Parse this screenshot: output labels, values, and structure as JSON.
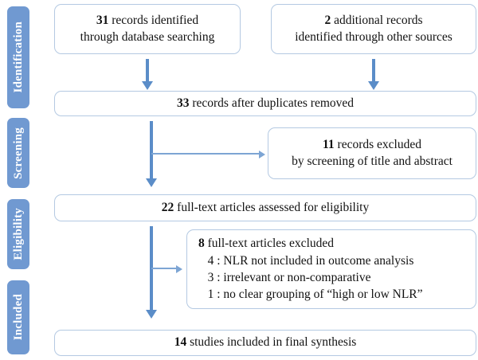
{
  "diagram": {
    "title": "PRISMA study selection flow diagram",
    "colors": {
      "stage_tab": "#7099D1",
      "stage_tab_text": "#FFFFFF",
      "box_border": "#B4C9E2",
      "box_fill": "#FFFFFF",
      "arrow_main": "#5B8DC8",
      "arrow_branch": "#7DA5D4",
      "text": "#111111"
    }
  },
  "stages": [
    {
      "id": "identification",
      "label": "Identification"
    },
    {
      "id": "screening",
      "label": "Screening"
    },
    {
      "id": "eligibility",
      "label": "Eligibility"
    },
    {
      "id": "included",
      "label": "Included"
    }
  ],
  "boxes": {
    "database_records": {
      "count": "31",
      "text": "records identified\nthrough database searching"
    },
    "other_records": {
      "count": "2",
      "text": "additional records\nidentified through other sources"
    },
    "duplicates_removed": {
      "count": "33",
      "text": "records after duplicates removed"
    },
    "records_excluded": {
      "count": "11",
      "text": "records excluded\nby screening of title and abstract"
    },
    "fulltext_assessed": {
      "count": "22",
      "text": "full-text articles assessed for eligibility"
    },
    "fulltext_excluded": {
      "count": "8",
      "text": "full-text articles excluded",
      "reasons": [
        "   4 : NLR not included in outcome analysis",
        "   3 : irrelevant or non-comparative",
        "   1 : no clear grouping of “high or low NLR”"
      ]
    },
    "studies_included": {
      "count": "14",
      "text": "studies included in final synthesis"
    }
  },
  "chart_data": {
    "type": "table",
    "title": "PRISMA study selection flow",
    "nodes": [
      {
        "stage": "Identification",
        "label": "records identified through database searching",
        "value": 31
      },
      {
        "stage": "Identification",
        "label": "additional records identified through other sources",
        "value": 2
      },
      {
        "stage": "Identification",
        "label": "records after duplicates removed",
        "value": 33
      },
      {
        "stage": "Screening",
        "label": "records excluded by screening of title and abstract",
        "value": 11
      },
      {
        "stage": "Eligibility",
        "label": "full-text articles assessed for eligibility",
        "value": 22
      },
      {
        "stage": "Eligibility",
        "label": "full-text articles excluded",
        "value": 8
      },
      {
        "stage": "Eligibility",
        "label": "NLR not included in outcome analysis",
        "value": 4
      },
      {
        "stage": "Eligibility",
        "label": "irrelevant or non-comparative",
        "value": 3
      },
      {
        "stage": "Eligibility",
        "label": "no clear grouping of “high or low NLR”",
        "value": 1
      },
      {
        "stage": "Included",
        "label": "studies included in final synthesis",
        "value": 14
      }
    ]
  }
}
